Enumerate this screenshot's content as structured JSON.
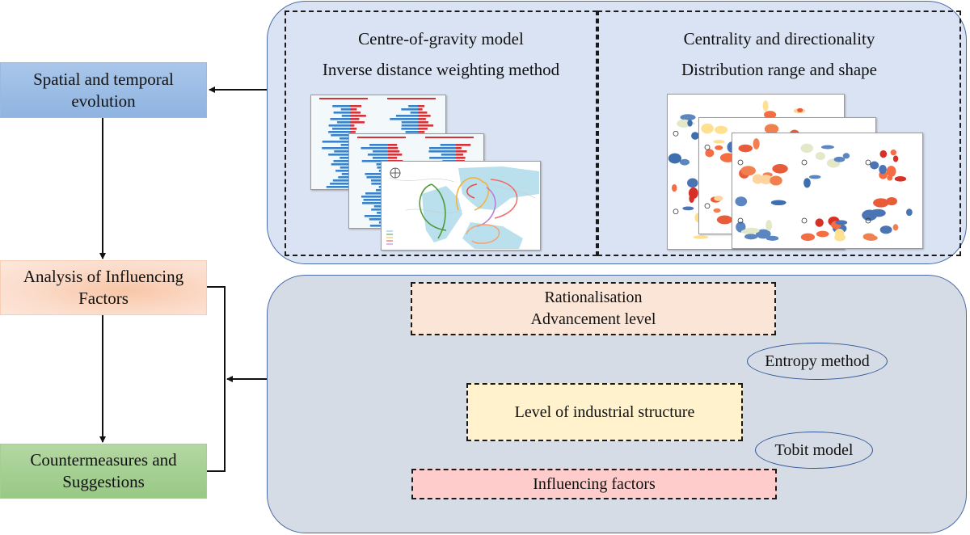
{
  "stages": [
    {
      "id": "spatial",
      "label": "Spatial and temporal evolution",
      "fill": "#9dbde6"
    },
    {
      "id": "analysis",
      "label": "Analysis of Influencing Factors",
      "fill": "#fbd9c5"
    },
    {
      "id": "countermeasures",
      "label": "Countermeasures and Suggestions",
      "fill": "#a9d18e"
    }
  ],
  "top_panel": {
    "left_group": {
      "line1": "Centre-of-gravity model",
      "line2": "Inverse distance weighting method",
      "thumbnails": [
        "bar-chart-thumbnail",
        "bar-chart-thumbnail",
        "migration-map-thumbnail"
      ]
    },
    "right_group": {
      "line1": "Centrality and directionality",
      "line2": "Distribution range and shape",
      "thumbnails": [
        "choropleth-map-thumbnail",
        "choropleth-map-thumbnail",
        "choropleth-map-thumbnail"
      ]
    }
  },
  "bottom_panel": {
    "process": {
      "rationalisation": {
        "line1": "Rationalisation",
        "line2": "Advancement level"
      },
      "level": "Level of industrial structure",
      "influence": "Influencing factors"
    },
    "methods": {
      "entropy": "Entropy method",
      "tobit": "Tobit model"
    }
  },
  "colors": {
    "panel_border": "#4a6aa8",
    "top_panel_fill": "#dae3f3",
    "bottom_panel_fill": "#d6dce5",
    "connector_black": "#111111",
    "connector_blue": "#4472c4"
  }
}
